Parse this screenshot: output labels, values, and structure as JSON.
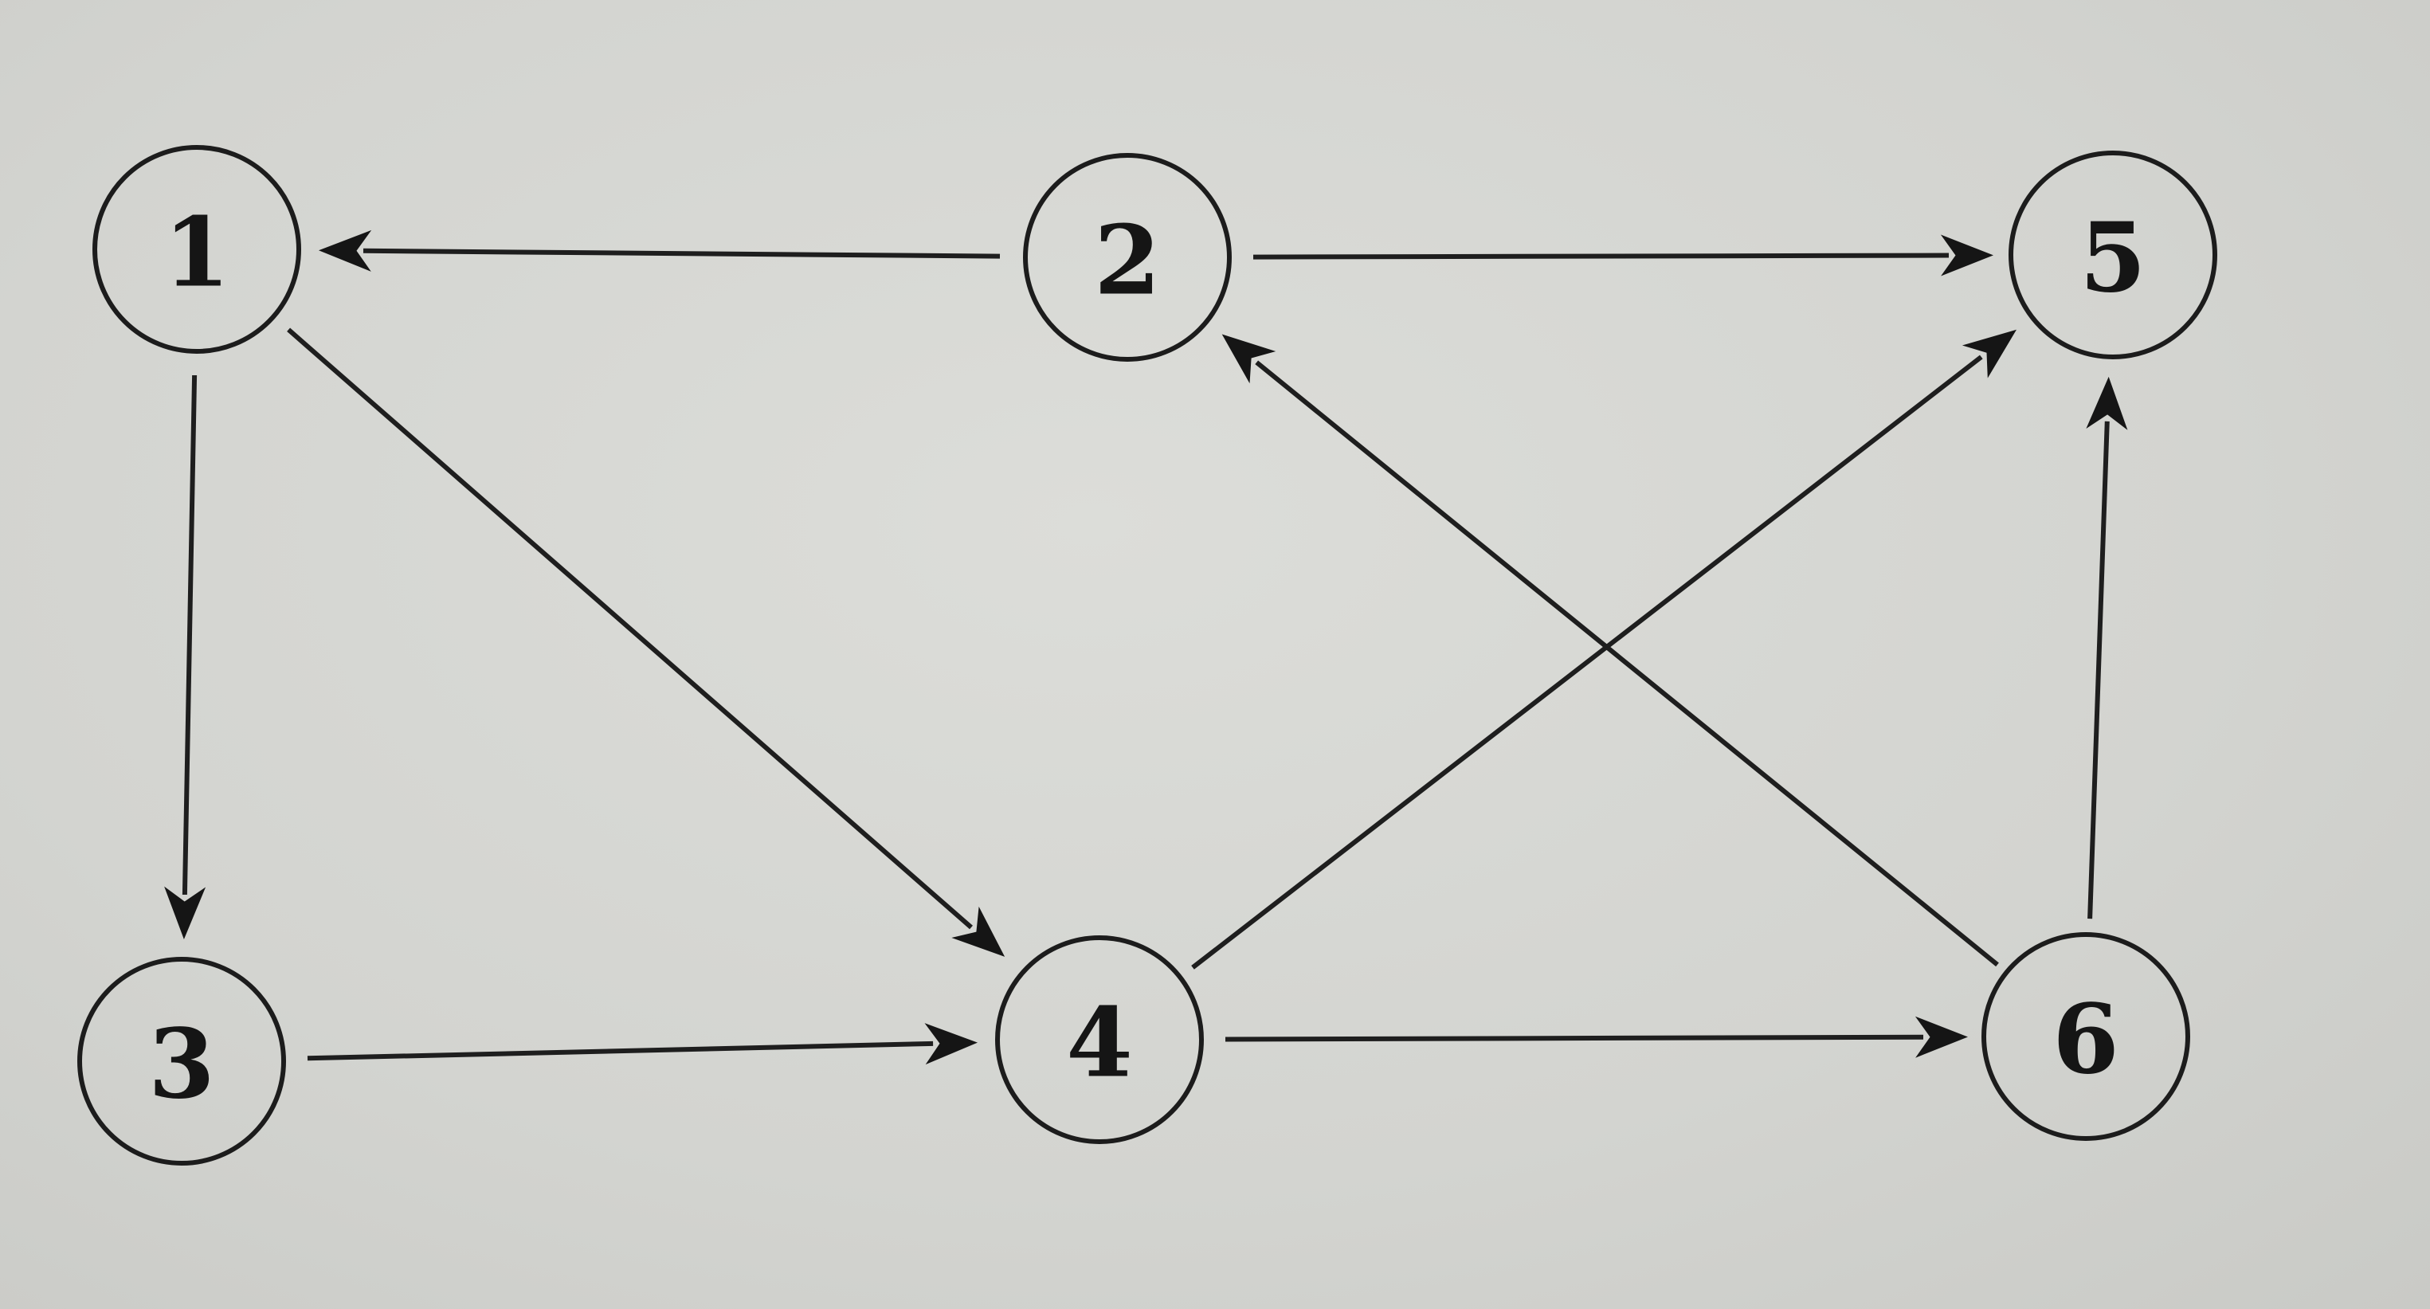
{
  "graph": {
    "type": "directed-graph",
    "nodes": [
      {
        "id": "1",
        "label": "1"
      },
      {
        "id": "2",
        "label": "2"
      },
      {
        "id": "3",
        "label": "3"
      },
      {
        "id": "4",
        "label": "4"
      },
      {
        "id": "5",
        "label": "5"
      },
      {
        "id": "6",
        "label": "6"
      }
    ],
    "edges": [
      {
        "from": "2",
        "to": "1"
      },
      {
        "from": "2",
        "to": "5"
      },
      {
        "from": "1",
        "to": "3"
      },
      {
        "from": "1",
        "to": "4"
      },
      {
        "from": "3",
        "to": "4"
      },
      {
        "from": "4",
        "to": "5"
      },
      {
        "from": "4",
        "to": "6"
      },
      {
        "from": "6",
        "to": "2"
      },
      {
        "from": "6",
        "to": "5"
      }
    ]
  }
}
